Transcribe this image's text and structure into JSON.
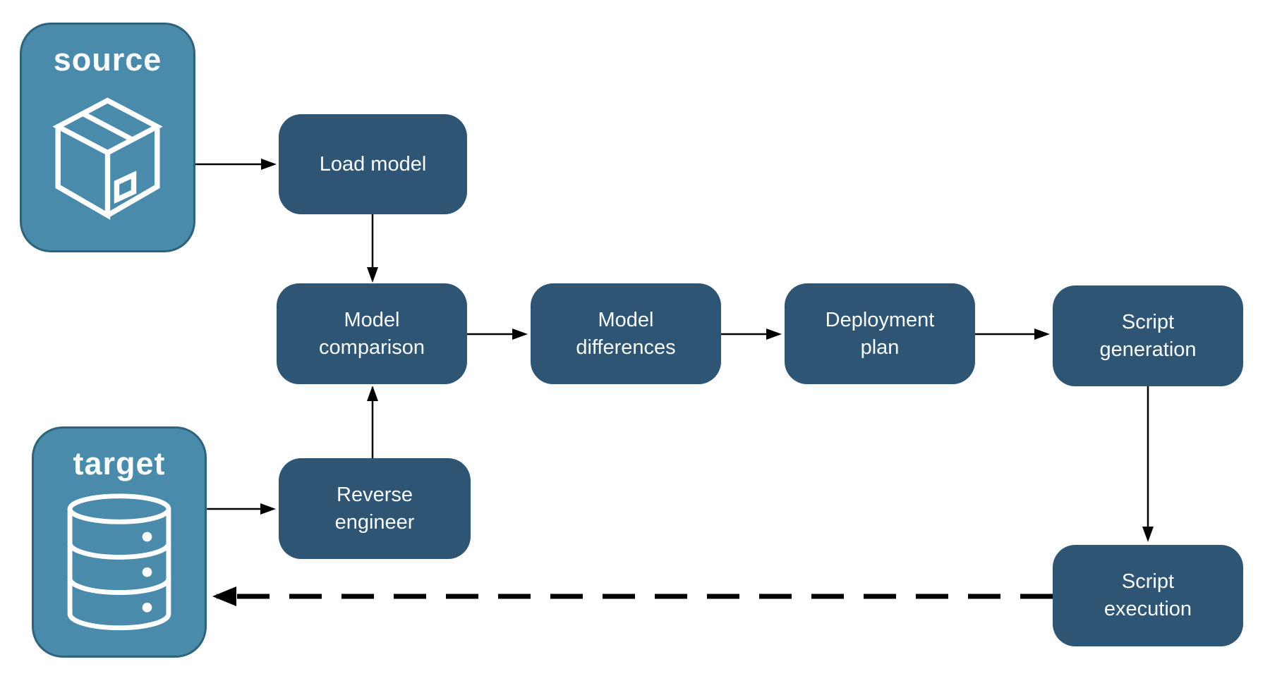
{
  "diagram": {
    "colors": {
      "background": "#ffffff",
      "node_fill": "#2E5674",
      "endpoint_fill": "#4A8BAC",
      "endpoint_border": "#2E6379",
      "text": "#FAFCFD",
      "arrow": "#000000"
    },
    "endpoints": {
      "source": {
        "label": "source",
        "icon": "package-icon"
      },
      "target": {
        "label": "target",
        "icon": "database-icon"
      }
    },
    "nodes": {
      "load_model": {
        "label": "Load model"
      },
      "model_comparison": {
        "label": "Model comparison"
      },
      "model_differences": {
        "label": "Model differences"
      },
      "deployment_plan": {
        "label": "Deployment plan"
      },
      "script_generation": {
        "label": "Script generation"
      },
      "reverse_engineer": {
        "label": "Reverse engineer"
      },
      "script_execution": {
        "label": "Script execution"
      }
    },
    "edges": [
      {
        "from": "source",
        "to": "load_model",
        "style": "solid"
      },
      {
        "from": "load_model",
        "to": "model_comparison",
        "style": "solid"
      },
      {
        "from": "target",
        "to": "reverse_engineer",
        "style": "solid"
      },
      {
        "from": "reverse_engineer",
        "to": "model_comparison",
        "style": "solid"
      },
      {
        "from": "model_comparison",
        "to": "model_differences",
        "style": "solid"
      },
      {
        "from": "model_differences",
        "to": "deployment_plan",
        "style": "solid"
      },
      {
        "from": "deployment_plan",
        "to": "script_generation",
        "style": "solid"
      },
      {
        "from": "script_generation",
        "to": "script_execution",
        "style": "solid"
      },
      {
        "from": "script_execution",
        "to": "target",
        "style": "dashed"
      }
    ]
  }
}
